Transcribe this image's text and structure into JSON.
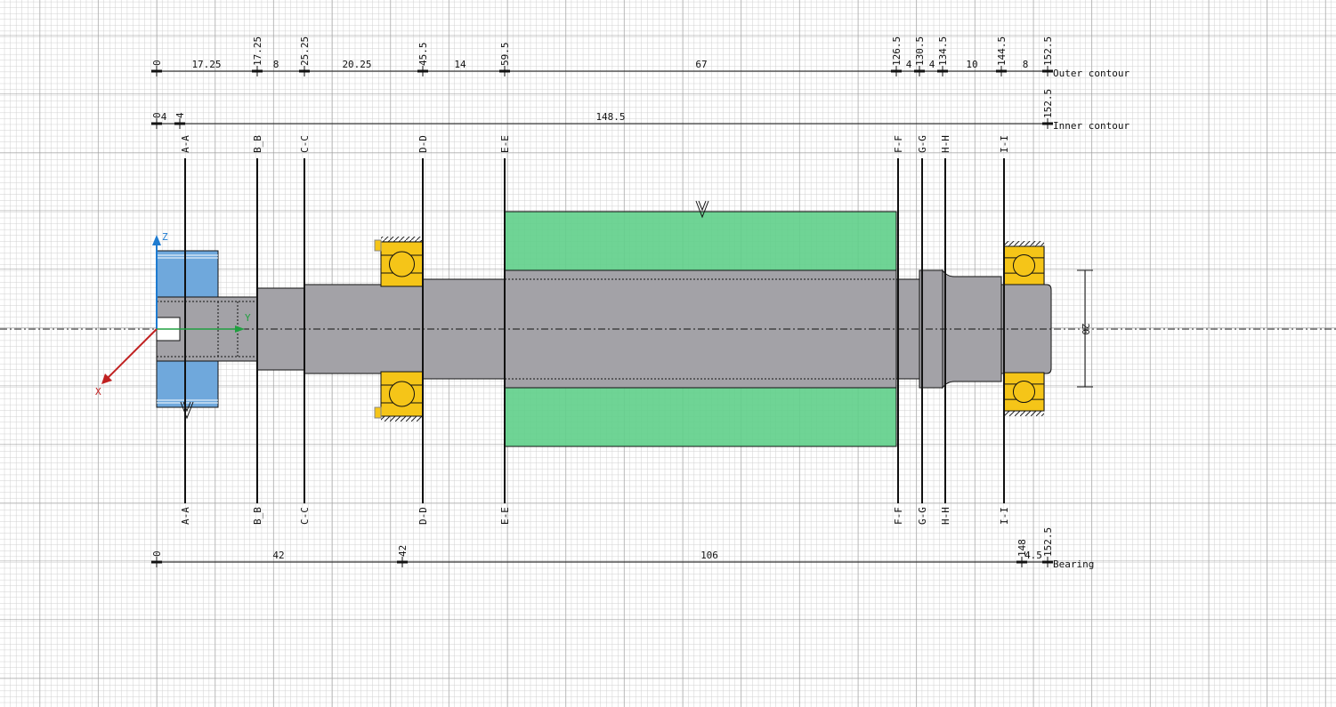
{
  "colors": {
    "shaft": "#a3a2a7",
    "gear": "#6fa8dc",
    "bearing": "#f5c518",
    "fit": "#5fcf8a",
    "grid": "#c8c8c8",
    "x_axis": "#c02020",
    "y_axis": "#20a040",
    "z_axis": "#1e7bd0"
  },
  "dimensions": {
    "outer": {
      "label": "Outer contour",
      "positions": [
        "0",
        "17.25",
        "25.25",
        "45.5",
        "59.5",
        "126.5",
        "130.5",
        "134.5",
        "144.5",
        "152.5"
      ],
      "segments": [
        "17.25",
        "8",
        "20.25",
        "14",
        "67",
        "4",
        "4",
        "10",
        "8"
      ]
    },
    "inner": {
      "label": "Inner contour",
      "positions": [
        "0",
        "4",
        "152.5"
      ],
      "segments": [
        "4",
        "148.5"
      ]
    },
    "bearing": {
      "label": "Bearing",
      "positions": [
        "0",
        "42",
        "148",
        "152.5"
      ],
      "segments": [
        "42",
        "106",
        "4.5"
      ]
    }
  },
  "sections": [
    "A-A",
    "B_B",
    "C-C",
    "D-D",
    "E-E",
    "F-F",
    "G-G",
    "H-H",
    "I-I"
  ],
  "diameter_label": "20",
  "axes": {
    "x": "X",
    "y": "Y",
    "z": "Z"
  }
}
